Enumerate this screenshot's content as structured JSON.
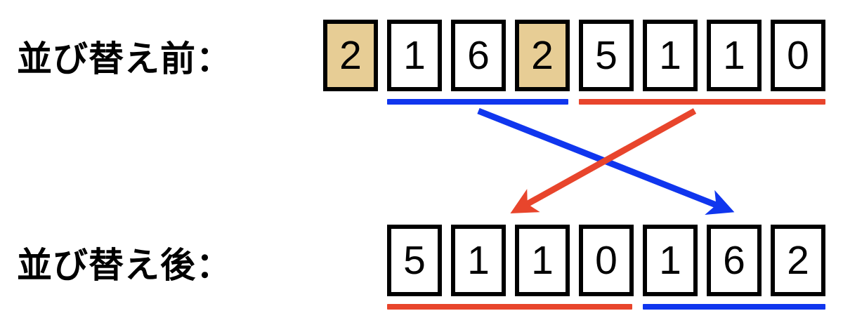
{
  "diagram": {
    "title_before": "並び替え前：",
    "title_after": "並び替え後：",
    "colors": {
      "highlight_fill": "#e7cd95",
      "box_border": "#000000",
      "blue": "#1036ee",
      "red": "#e8452c",
      "background": "#ffffff",
      "text": "#000000"
    },
    "before": {
      "label": "並び替え前：",
      "cells": [
        {
          "value": "2",
          "highlighted": true
        },
        {
          "value": "1",
          "highlighted": false
        },
        {
          "value": "6",
          "highlighted": false
        },
        {
          "value": "2",
          "highlighted": true
        },
        {
          "value": "5",
          "highlighted": false
        },
        {
          "value": "1",
          "highlighted": false
        },
        {
          "value": "1",
          "highlighted": false
        },
        {
          "value": "0",
          "highlighted": false
        }
      ],
      "groups": [
        {
          "color": "blue",
          "from_index": 1,
          "to_index": 3,
          "values": "1 6 2"
        },
        {
          "color": "red",
          "from_index": 4,
          "to_index": 7,
          "values": "5 1 1 0"
        }
      ]
    },
    "after": {
      "label": "並び替え後：",
      "cells": [
        {
          "value": "5",
          "highlighted": false
        },
        {
          "value": "1",
          "highlighted": false
        },
        {
          "value": "1",
          "highlighted": false
        },
        {
          "value": "0",
          "highlighted": false
        },
        {
          "value": "1",
          "highlighted": false
        },
        {
          "value": "6",
          "highlighted": false
        },
        {
          "value": "2",
          "highlighted": false
        }
      ],
      "groups": [
        {
          "color": "red",
          "from_index": 0,
          "to_index": 3,
          "values": "5 1 1 0"
        },
        {
          "color": "blue",
          "from_index": 4,
          "to_index": 6,
          "values": "1 6 2"
        }
      ]
    },
    "arrows": [
      {
        "name": "blue-move-arrow",
        "color": "blue",
        "from": "before blue group",
        "to": "after blue group"
      },
      {
        "name": "red-move-arrow",
        "color": "red",
        "from": "before red group",
        "to": "after red group"
      }
    ]
  }
}
